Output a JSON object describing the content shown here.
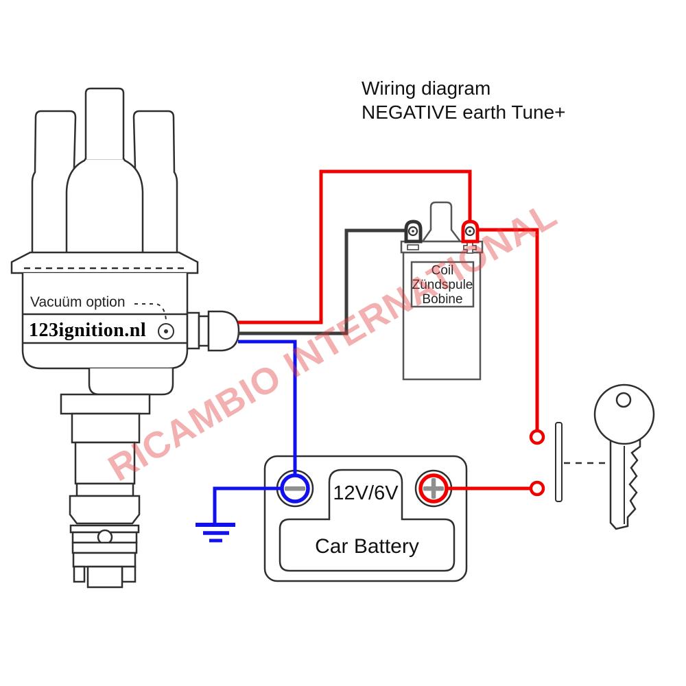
{
  "title": {
    "line1": "Wiring diagram",
    "line2": "NEGATIVE earth Tune+"
  },
  "distributor": {
    "vacuum_label": "Vacuüm option",
    "brand": "123ignition.nl"
  },
  "coil": {
    "line1": "Coil",
    "line2": "Zündspule",
    "line3": "Bobine"
  },
  "battery": {
    "voltage": "12V/6V",
    "name": "Car Battery"
  },
  "watermark": {
    "text": "RICAMBIO INTERNATIONAL",
    "color": "#f2a6a6"
  },
  "colors": {
    "wire_positive_red": "#ee0000",
    "wire_ground_blue": "#1111ee",
    "wire_signal_dark": "#3c3c3c",
    "outline": "#2e2e2e"
  }
}
